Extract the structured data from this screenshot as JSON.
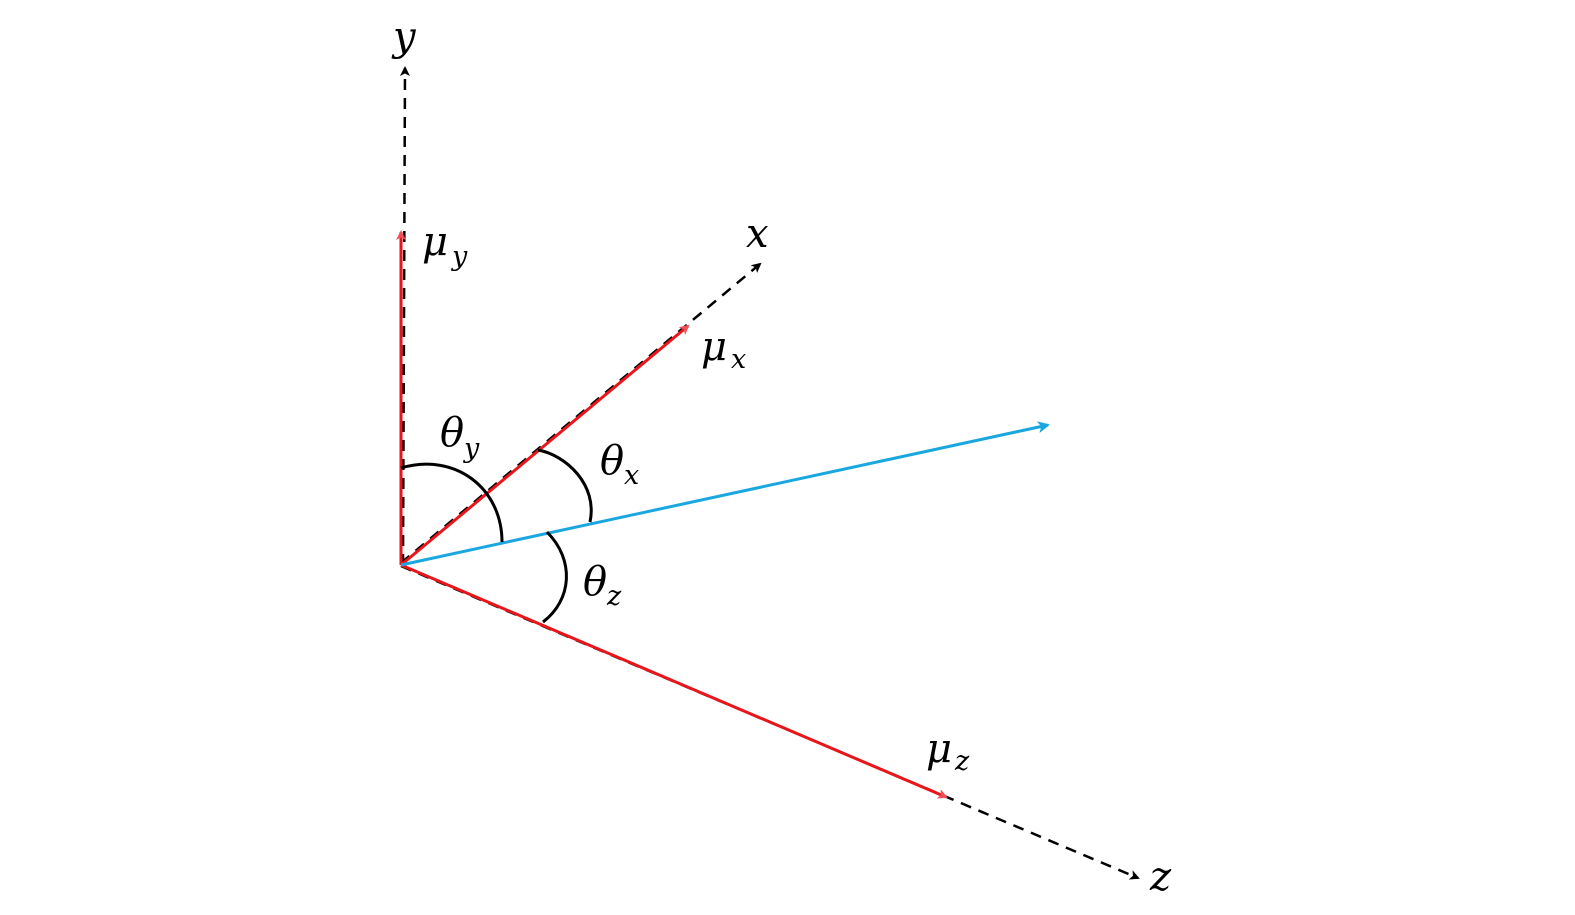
{
  "diagram": {
    "axes": [
      {
        "id": "y",
        "label": "y"
      },
      {
        "id": "x",
        "label": "x"
      },
      {
        "id": "z",
        "label": "z"
      }
    ],
    "unit_vectors": [
      {
        "id": "mu_y",
        "symbol": "μ",
        "subscript": "y"
      },
      {
        "id": "mu_x",
        "symbol": "μ",
        "subscript": "x"
      },
      {
        "id": "mu_z",
        "symbol": "μ",
        "subscript": "z"
      }
    ],
    "angles": [
      {
        "id": "theta_y",
        "symbol": "θ",
        "subscript": "y"
      },
      {
        "id": "theta_x",
        "symbol": "θ",
        "subscript": "x"
      },
      {
        "id": "theta_z",
        "symbol": "θ",
        "subscript": "z"
      }
    ],
    "colors": {
      "axis": "#000000",
      "unit_vector": "#e8161b",
      "unit_vector_tip": "#f0505a",
      "direction_vector": "#1aa7e0",
      "angle_arc": "#000000"
    }
  }
}
